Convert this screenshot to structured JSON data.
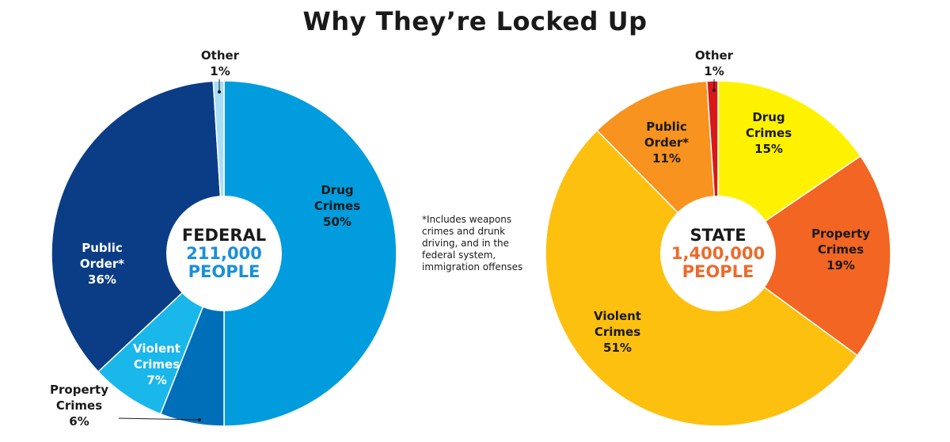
{
  "title": "Why They’re Locked Up",
  "footnote": "*Includes weapons crimes and drunk driving, and in the federal system, immigration offenses",
  "chart_data": [
    {
      "type": "pie",
      "center": {
        "line1": "FEDERAL",
        "line2": "211,000",
        "line3": "PEOPLE",
        "accent": "#1a8fd8"
      },
      "slices": [
        {
          "label1": "Drug",
          "label2": "Crimes",
          "pct": "50%",
          "value": 50,
          "color": "#009cde"
        },
        {
          "label1": "Property",
          "label2": "Crimes",
          "pct": "6%",
          "value": 6,
          "color": "#006fba"
        },
        {
          "label1": "Violent",
          "label2": "Crimes",
          "pct": "7%",
          "value": 7,
          "color": "#1ab7ea"
        },
        {
          "label1": "Public",
          "label2": "Order*",
          "pct": "36%",
          "value": 36,
          "color": "#0b3d86"
        },
        {
          "label1": "Other",
          "label2": "",
          "pct": "1%",
          "value": 1,
          "color": "#a8ddf7"
        }
      ]
    },
    {
      "type": "pie",
      "center": {
        "line1": "STATE",
        "line2": "1,400,000",
        "line3": "PEOPLE",
        "accent": "#ec6a2c"
      },
      "slices": [
        {
          "label1": "Drug",
          "label2": "Crimes",
          "pct": "15%",
          "value": 15,
          "color": "#fff200"
        },
        {
          "label1": "Property",
          "label2": "Crimes",
          "pct": "19%",
          "value": 19,
          "color": "#f26522"
        },
        {
          "label1": "Violent",
          "label2": "Crimes",
          "pct": "51%",
          "value": 51,
          "color": "#fdc00f"
        },
        {
          "label1": "Public",
          "label2": "Order*",
          "pct": "11%",
          "value": 11,
          "color": "#f7931e"
        },
        {
          "label1": "Other",
          "label2": "",
          "pct": "1%",
          "value": 1,
          "color": "#d7191c"
        }
      ]
    }
  ]
}
